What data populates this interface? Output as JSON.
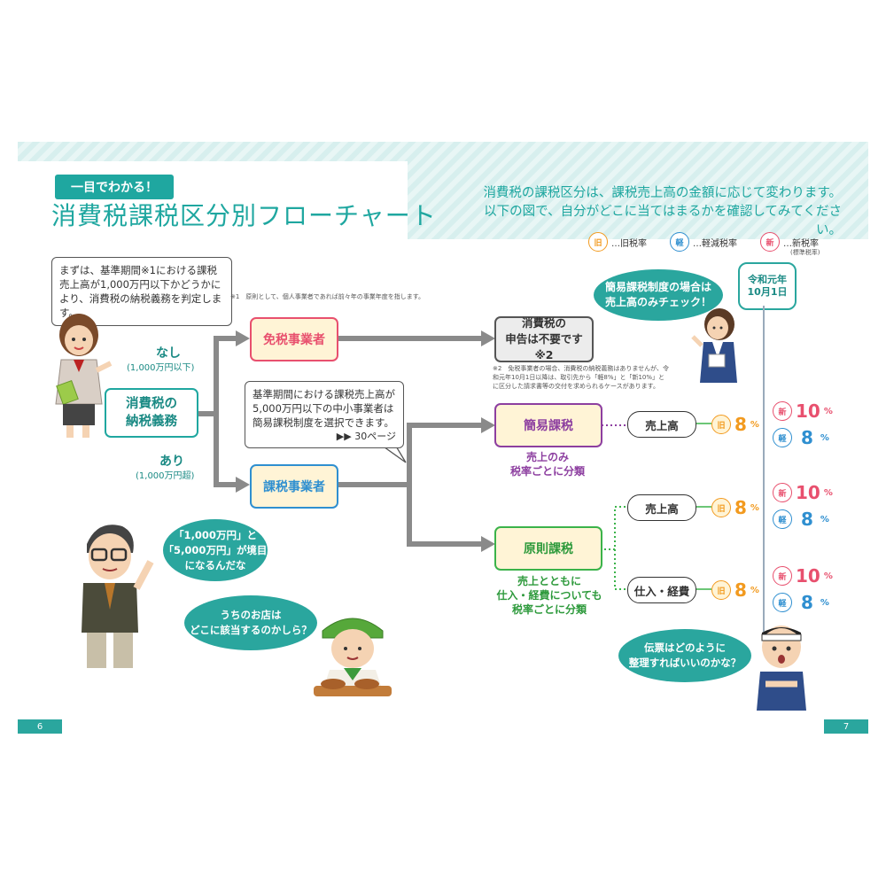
{
  "header": {
    "tag": "一目でわかる！",
    "title": "消費税課税区分別フローチャート",
    "subtitle_line1": "消費税の課税区分は、課税売上高の金額に応じて変わります。",
    "subtitle_line2": "以下の図で、自分がどこに当てはまるかを確認してみてください。"
  },
  "legend": {
    "old_mark": "旧",
    "old_label": "…旧税率",
    "reduced_mark": "軽",
    "reduced_label": "…軽減税率",
    "new_mark": "新",
    "new_label": "…新税率",
    "new_note": "(標準税率)"
  },
  "timeline_label": "令和元年\n10月1日",
  "intro_bubble": "まずは、基準期間※1における課税売上高が1,000万円以下かどうかにより、消費税の納税義務を判定します。",
  "footnote1": "※1　原則として、個人事業者であれば前々年の事業年度を指します。",
  "footnote2": "※2　免税事業者の場合、消費税の納税義務はありませんが、令和元年10月1日以降は、取引先から「軽8%」と「新10%」とに区分した請求書等の交付を求められるケースがあります。",
  "flow": {
    "duty": "消費税の\n納税義務",
    "none_label": "なし",
    "none_sub": "(1,000万円以下)",
    "yes_label": "あり",
    "yes_sub": "(1,000万円超)",
    "exempt": "免税事業者",
    "taxable": "課税事業者",
    "no_filing": "消費税の\n申告は不要です※2",
    "simplified": "簡易課税",
    "simplified_note": "売上のみ\n税率ごとに分類",
    "general": "原則課税",
    "general_note": "売上とともに\n仕入・経費についても\n税率ごとに分類",
    "mid_bubble": "基準期間における課税売上高が5,000万円以下の中小事業者は簡易課税制度を選択できます。",
    "mid_ref": "▶▶ 30ページ",
    "sales": "売上高",
    "sales2": "売上高",
    "purchases": "仕入・経費"
  },
  "rates": {
    "old_value": "8",
    "pct": "%",
    "new_value": "10",
    "reduced_value": "8"
  },
  "bubbles": {
    "simple_check": "簡易課税制度の場合は\n売上高のみチェック！",
    "boundary": "「1,000万円」と\n「5,000万円」が境目\nになるんだな",
    "shop": "うちのお店は\nどこに該当するのかしら？",
    "slip": "伝票はどのように\n整理すればいいのかな？"
  },
  "pages": {
    "left": "6",
    "right": "7"
  },
  "colors": {
    "teal": "#1fa7a0",
    "pink": "#e8506e",
    "blue": "#2f8fd0",
    "orange": "#f29a1f",
    "green": "#3bb34a",
    "purple": "#8d3fa0",
    "gray_line": "#8a8a8a"
  }
}
